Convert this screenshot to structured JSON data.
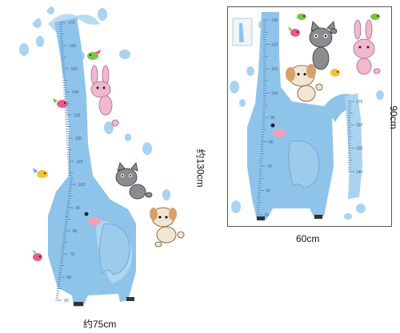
{
  "left_sticker": {
    "size_height_label": "约130cm",
    "size_width_label": "约75cm",
    "ruler_ticks": [
      "170",
      "160",
      "150",
      "140",
      "130",
      "120",
      "110",
      "100",
      "90",
      "80",
      "70",
      "60",
      "50"
    ]
  },
  "right_sticker": {
    "size_height_label": "90cm",
    "size_width_label": "60cm",
    "main_ruler_ticks": [
      "130",
      "120",
      "110",
      "100",
      "90",
      "80",
      "70",
      "60",
      "50"
    ],
    "side_ruler_ticks": [
      "170",
      "160",
      "150",
      "140"
    ]
  },
  "colors": {
    "elephant_blue": "#8fc4ea",
    "elephant_light": "#c5e2f6",
    "water": "#a9d3f0",
    "pink_rabbit": "#f2b8cf",
    "cat_gray": "#8a8c91",
    "dog_tan": "#d9a06a",
    "bird_pink": "#e85a8a",
    "bird_green": "#7cc44a"
  }
}
